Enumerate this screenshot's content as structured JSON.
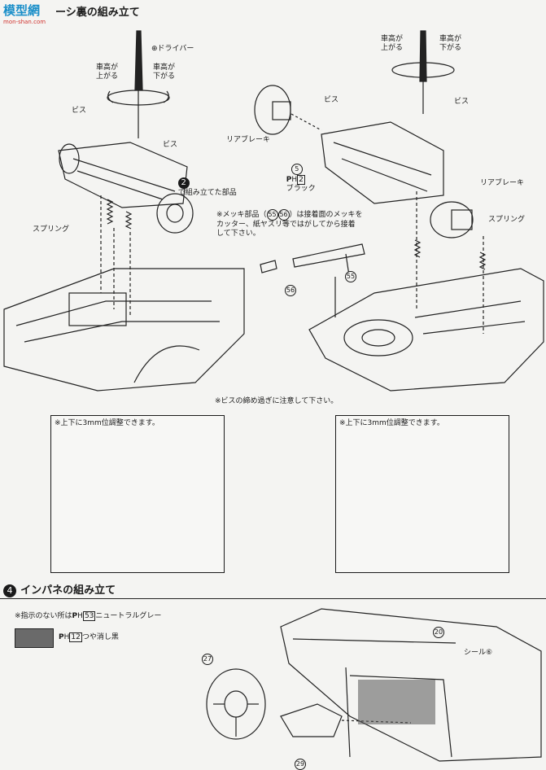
{
  "watermark": {
    "logo": "模型網",
    "url": "mon-shan.com"
  },
  "section1": {
    "title": "ーシ裏の組み立て",
    "left": {
      "driver_label": "ドライバー",
      "raise": "車高が\n上がる",
      "lower": "車高が\n下がる",
      "screw": "ビス",
      "screw2": "ビス",
      "step_ref_num": "2",
      "step_ref_text": "で組み立てた部品",
      "spring": "スプリング"
    },
    "right": {
      "raise": "車高が\n上がる",
      "lower": "車高が\n下がる",
      "screw1": "ビス",
      "screw2": "ビス",
      "rear_brake_left": "リアブレーキ",
      "rear_brake_right": "リアブレーキ",
      "part5_num": "5",
      "paint_code": "2",
      "paint_name": "ブラック",
      "spring": "スプリング"
    },
    "note_plating_a": "※メッキ部品（",
    "note_plating_b": "）は接着面のメッキを\nカッター、紙ヤスリ等ではがしてから接着\nして下さい。",
    "part55": "55",
    "part56": "56",
    "note_screw": "※ビスの締め過ぎに注意して下さい。",
    "box_left_note": "※上下に3mm位調整できます。",
    "box_right_note": "※上下に3mm位調整できます。"
  },
  "section4": {
    "number": "4",
    "title": "インパネの組み立て",
    "note_default_prefix": "※指示のない所は",
    "note_default_code": "53",
    "note_default_color": "ニュートラルグレー",
    "swatch_code": "12",
    "swatch_color": "つや消し黒",
    "swatch_hex": "#6a6a6a",
    "part20": "20",
    "seal_label": "シール⑥",
    "part27": "27",
    "part29": "29"
  }
}
